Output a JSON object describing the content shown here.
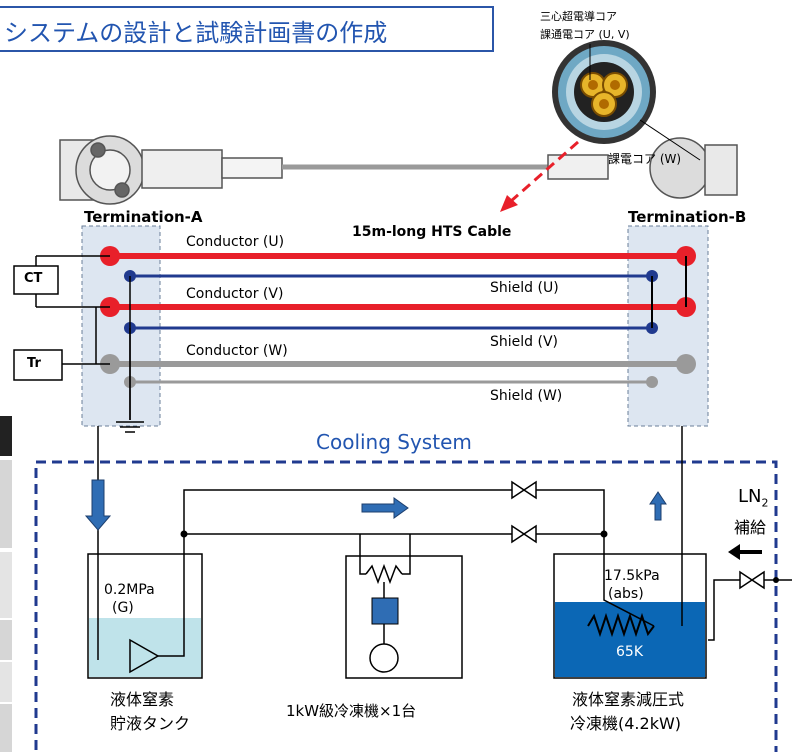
{
  "title": "システムの設計と試験計画書の作成",
  "cable_section": {
    "core_label_top": "三心超電導コア",
    "core_label_sub": "課通電コア (U, V)",
    "core_label_right": "課電コア (W)",
    "cable_name": "15m-long HTS Cable",
    "termination_a": "Termination-A",
    "termination_b": "Termination-B",
    "ct_label": "CT",
    "tr_label": "Tr",
    "conductor_u": "Conductor (U)",
    "conductor_v": "Conductor (V)",
    "conductor_w": "Conductor (W)",
    "shield_u": "Shield (U)",
    "shield_v": "Shield (V)",
    "shield_w": "Shield (W)"
  },
  "cooling_section": {
    "title": "Cooling System",
    "ln2_label_main": "LN",
    "ln2_label_sub": "2",
    "ln2_supply": "補給",
    "tank_left_pressure": "0.2MPa",
    "tank_left_pressure_unit": "(G)",
    "tank_right_pressure": "17.5kPa",
    "tank_right_pressure_unit": "(abs)",
    "tank_right_temp": "65K",
    "caption_left_1": "液体窒素",
    "caption_left_2": "貯液タンク",
    "caption_center": "1kW級冷凍機×1台",
    "caption_right_1": "液体窒素減圧式",
    "caption_right_2": "冷凍機(4.2kW)"
  },
  "colors": {
    "conductor_red": "#e8202a",
    "shield_blue": "#203a8f",
    "gray": "#9a9a9a",
    "title_blue": "#2255b0",
    "termination_fill": "#dde6f1",
    "ln2_light": "#bfe3ea",
    "ln2_dark": "#0b67b5",
    "arrow_blue": "#2f6db4"
  }
}
